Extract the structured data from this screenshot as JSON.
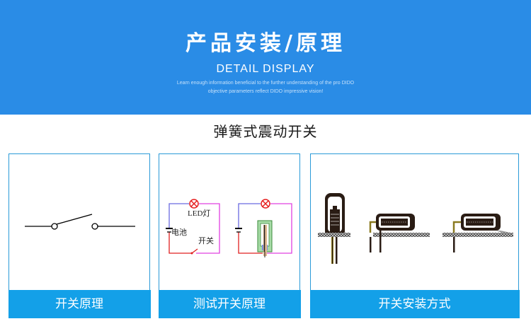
{
  "banner": {
    "title": "产品安装/原理",
    "subtitle": "DETAIL DISPLAY",
    "description_line1": "Learn enough information beneficial to the further understanding of the pro DIDO",
    "description_line2": "objective parameters reflect DIDO impressive vision!",
    "background_color": "#2a8ce6"
  },
  "section": {
    "title": "弹簧式震动开关"
  },
  "panels": [
    {
      "caption": "开关原理",
      "illustration": "switch-symbol-diagram"
    },
    {
      "caption": "测试开关原理",
      "illustration": "test-circuit-diagram",
      "labels": {
        "led": "LED灯",
        "battery": "电池",
        "switch": "开关"
      }
    },
    {
      "caption": "开关安装方式",
      "illustration": "installation-methods"
    }
  ],
  "colors": {
    "panel_border": "#2a9ad8",
    "caption_bg": "#13a0e8",
    "wire_blue": "#6a6ae0",
    "wire_red": "#e02020",
    "wire_magenta": "#e040e0",
    "lamp_red": "#e62020"
  }
}
